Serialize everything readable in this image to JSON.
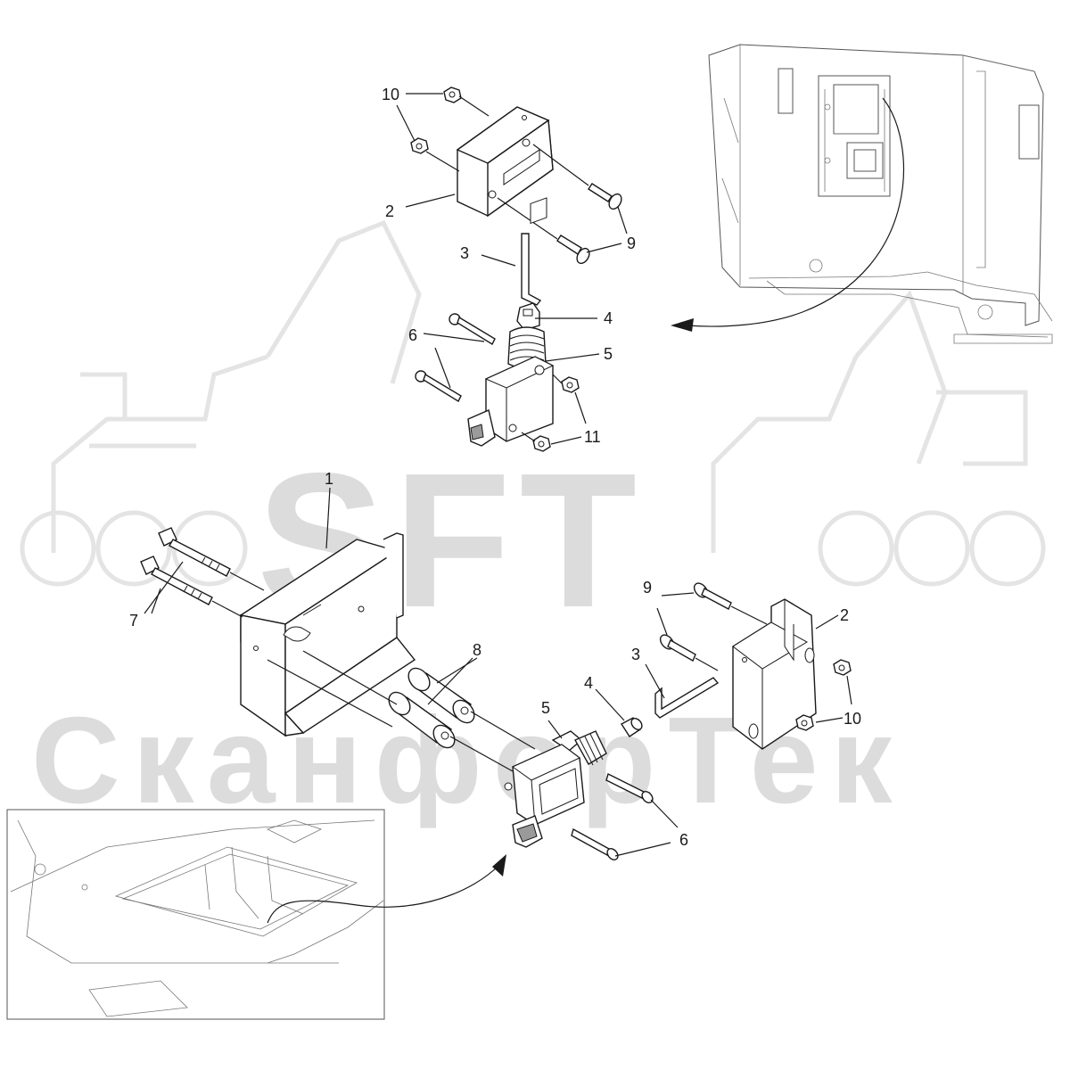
{
  "watermark": {
    "logo": "SFT",
    "brand": "СканфорТек"
  },
  "callouts": {
    "top": [
      {
        "id": "c-10-top",
        "text": "10"
      },
      {
        "id": "c-2-top",
        "text": "2"
      },
      {
        "id": "c-9-top",
        "text": "9"
      },
      {
        "id": "c-3-top",
        "text": "3"
      },
      {
        "id": "c-4-top",
        "text": "4"
      },
      {
        "id": "c-6-top",
        "text": "6"
      },
      {
        "id": "c-5-top",
        "text": "5"
      },
      {
        "id": "c-11-top",
        "text": "11"
      }
    ],
    "bottom": [
      {
        "id": "c-1",
        "text": "1"
      },
      {
        "id": "c-7",
        "text": "7"
      },
      {
        "id": "c-8",
        "text": "8"
      },
      {
        "id": "c-9-bottom",
        "text": "9"
      },
      {
        "id": "c-2-bottom",
        "text": "2"
      },
      {
        "id": "c-3-bottom",
        "text": "3"
      },
      {
        "id": "c-4-bottom",
        "text": "4"
      },
      {
        "id": "c-5-bottom",
        "text": "5"
      },
      {
        "id": "c-10-bottom",
        "text": "10"
      },
      {
        "id": "c-6-bottom",
        "text": "6"
      }
    ]
  }
}
